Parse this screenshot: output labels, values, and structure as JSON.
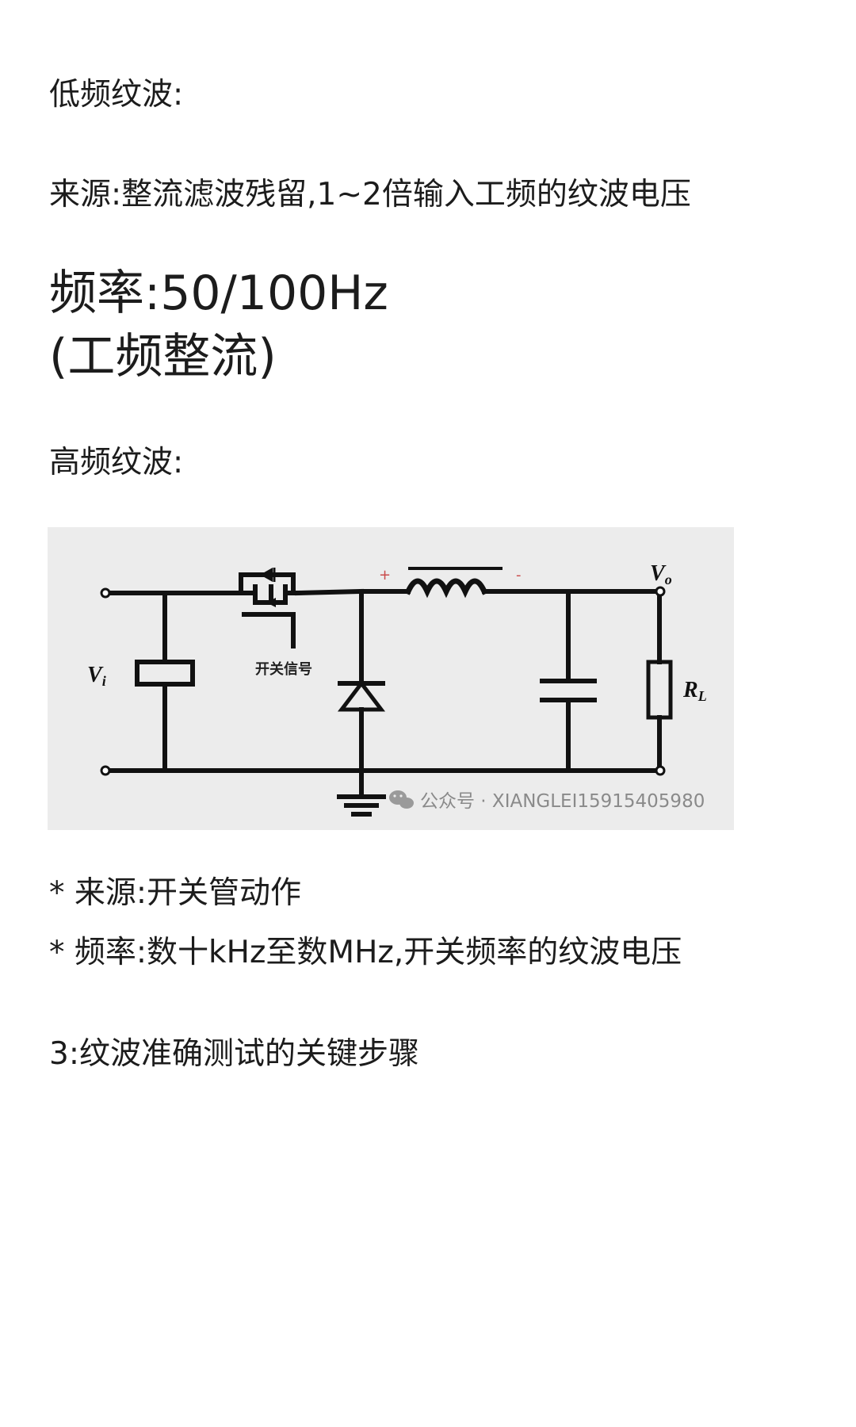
{
  "low_freq": {
    "heading": "低频纹波:",
    "source": "来源:整流滤波残留,1~2倍输入工频的纹波电压",
    "freq_line1": "频率:50/100Hz",
    "freq_line2": "(工频整流)"
  },
  "high_freq": {
    "heading": "高频纹波:",
    "source": "* 来源:开关管动作",
    "freq": "* 频率:数十kHz至数MHz,开关频率的纹波电压"
  },
  "next_section": "3:纹波准确测试的关键步骤",
  "circuit": {
    "vi_label": "V",
    "vi_sub": "i",
    "vo_label": "V",
    "vo_sub": "o",
    "rl_label": "R",
    "rl_sub": "L",
    "switch_label": "开关信号",
    "plus": "+",
    "minus": "-",
    "watermark": "公众号 · XIANGLEI15915405980",
    "watermark_icon": "wechat-icon",
    "ink_color": "#111111",
    "polarity_color": "#c94a4a",
    "watermark_color": "#8a8a8a"
  }
}
